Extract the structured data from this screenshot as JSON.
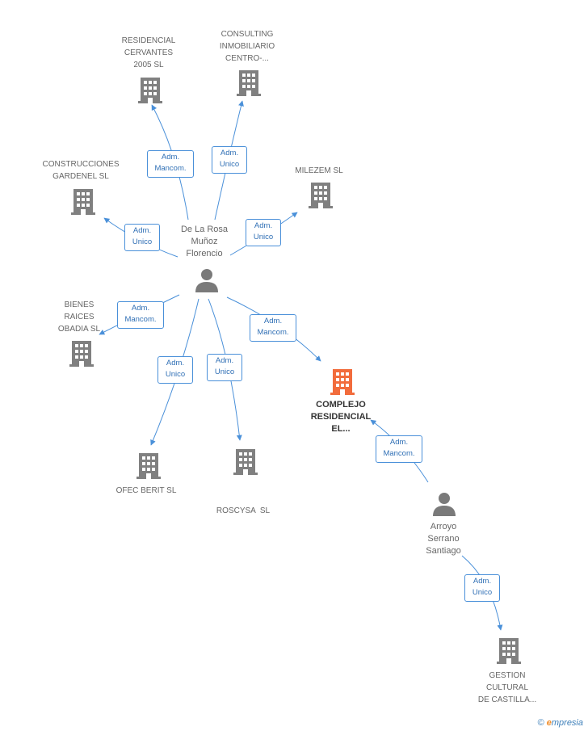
{
  "colors": {
    "edge": "#4a90d9",
    "building": "#808080",
    "focus_building": "#f26c3c",
    "person": "#7a7a7a"
  },
  "persons": {
    "de_la_rosa": {
      "lines": [
        "De La Rosa",
        "Muñoz",
        "Florencio"
      ]
    },
    "arroyo": {
      "lines": [
        "Arroyo",
        "Serrano",
        "Santiago"
      ]
    }
  },
  "companies": {
    "residencial_cervantes": {
      "lines": [
        "RESIDENCIAL",
        "CERVANTES",
        "2005 SL"
      ]
    },
    "consulting": {
      "lines": [
        "CONSULTING",
        "INMOBILIARIO",
        "CENTRO-..."
      ]
    },
    "construcciones": {
      "lines": [
        "CONSTRUCCIONES",
        "GARDENEL SL"
      ]
    },
    "milezem": {
      "lines": [
        "MILEZEM SL"
      ]
    },
    "bienes": {
      "lines": [
        "BIENES",
        "RAICES",
        "OBADIA SL"
      ]
    },
    "ofec": {
      "lines": [
        "OFEC BERIT SL"
      ]
    },
    "roscysa": {
      "lines": [
        "ROSCYSA  SL"
      ]
    },
    "complejo": {
      "lines": [
        "COMPLEJO",
        "RESIDENCIAL",
        "EL..."
      ]
    },
    "gestion": {
      "lines": [
        "GESTION",
        "CULTURAL",
        "DE CASTILLA..."
      ]
    }
  },
  "roles": {
    "r_cervantes": [
      "Adm.",
      "Mancom."
    ],
    "r_consulting": [
      "Adm.",
      "Unico"
    ],
    "r_construcciones": [
      "Adm.",
      "Unico"
    ],
    "r_milezem": [
      "Adm.",
      "Unico"
    ],
    "r_bienes": [
      "Adm.",
      "Mancom."
    ],
    "r_complejo": [
      "Adm.",
      "Mancom."
    ],
    "r_ofec": [
      "Adm.",
      "Unico"
    ],
    "r_roscysa": [
      "Adm.",
      "Unico"
    ],
    "r_arroyo_complejo": [
      "Adm.",
      "Mancom."
    ],
    "r_gestion": [
      "Adm.",
      "Unico"
    ]
  },
  "footer": {
    "copyright": "©",
    "brand_initial": "e",
    "brand_rest": "mpresia"
  }
}
